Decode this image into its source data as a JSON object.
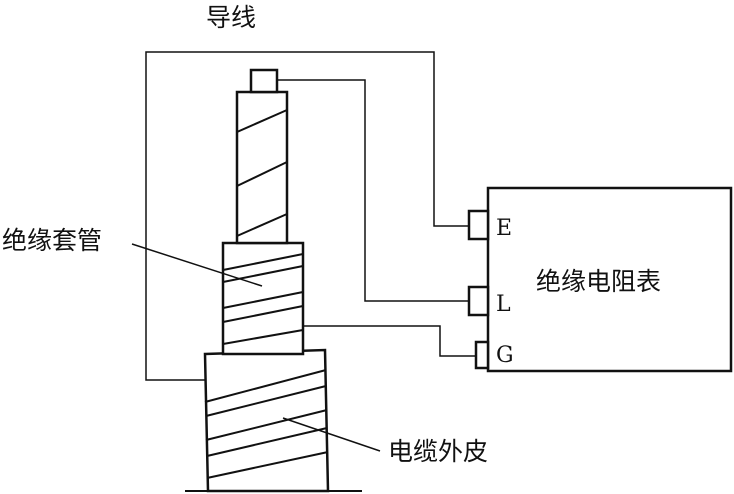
{
  "labels": {
    "lead_wire": "导线",
    "insulating_sleeve": "绝缘套管",
    "cable_sheath": "电缆外皮",
    "meter": "绝缘电阻表"
  },
  "terminals": {
    "e": "E",
    "l": "L",
    "g": "G"
  }
}
